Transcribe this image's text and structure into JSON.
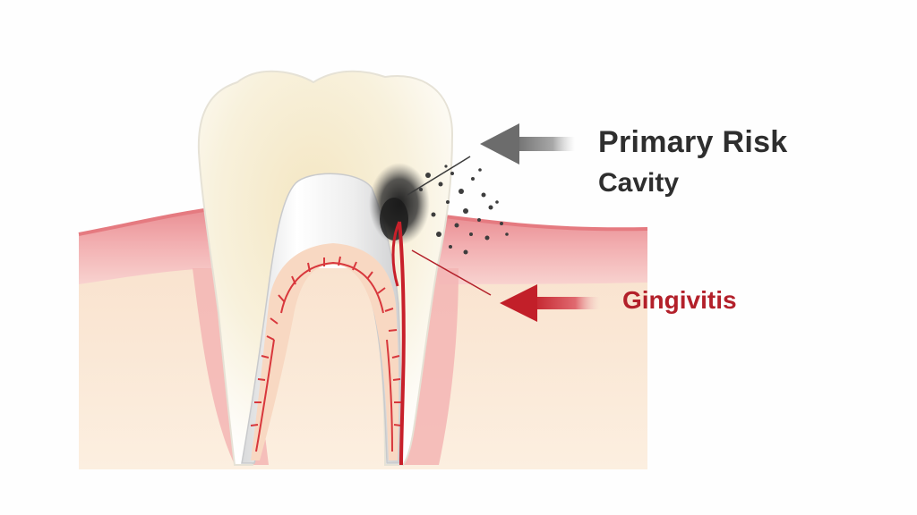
{
  "labels": {
    "primary_risk": "Primary Risk",
    "cavity": "Cavity",
    "gingivitis": "Gingivitis"
  },
  "colors": {
    "gum": "#efa3a3",
    "gum_dark": "#e07f82",
    "bone": "#fae7d3",
    "enamel": "#f6f5ef",
    "dentin": "#f3e3bf",
    "pulp": "#f7d9c2",
    "nerve": "#c8202a",
    "decay": "#2f2f2f",
    "arrow_gray": "#7d7d7d",
    "arrow_red": "#c62a32",
    "text_dark": "#2e2e2e",
    "text_red": "#b3202a"
  }
}
